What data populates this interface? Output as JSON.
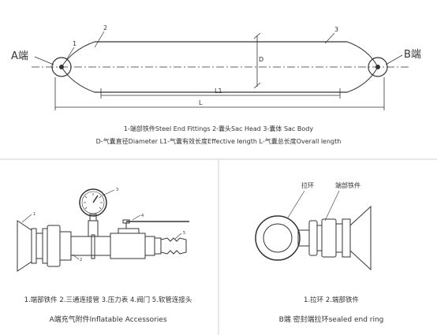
{
  "top": {
    "end_a": "A端",
    "end_b": "B端",
    "callout_1": "1",
    "callout_2": "2",
    "callout_3": "3",
    "dim_d": "D",
    "dim_l1": "L1",
    "dim_l": "L",
    "legend_line1": "1-端部铁件Steel End Fittings    2-囊头Sac Head    3-囊体 Sac Body",
    "legend_line2": "D-气囊直径Diameter    L1-气囊有效长度Effective length   L-气囊总长度Overall length"
  },
  "left": {
    "callout_1": "1",
    "callout_2": "2",
    "callout_3": "3",
    "callout_4": "4",
    "callout_5": "5",
    "parts": "1.端部铁件 2.三通连接管 3.压力表 4.阀门 5.软管连接头",
    "caption": "A端充气附件Inflatable Accessories"
  },
  "right": {
    "label_ring": "拉环",
    "label_fitting": "端部铁件",
    "parts": "1.拉环 2.端部铁件",
    "caption": "B端 密封端拉环sealed end ring"
  },
  "colors": {
    "line": "#333333",
    "divider": "#cccccc",
    "label": "#444444"
  }
}
